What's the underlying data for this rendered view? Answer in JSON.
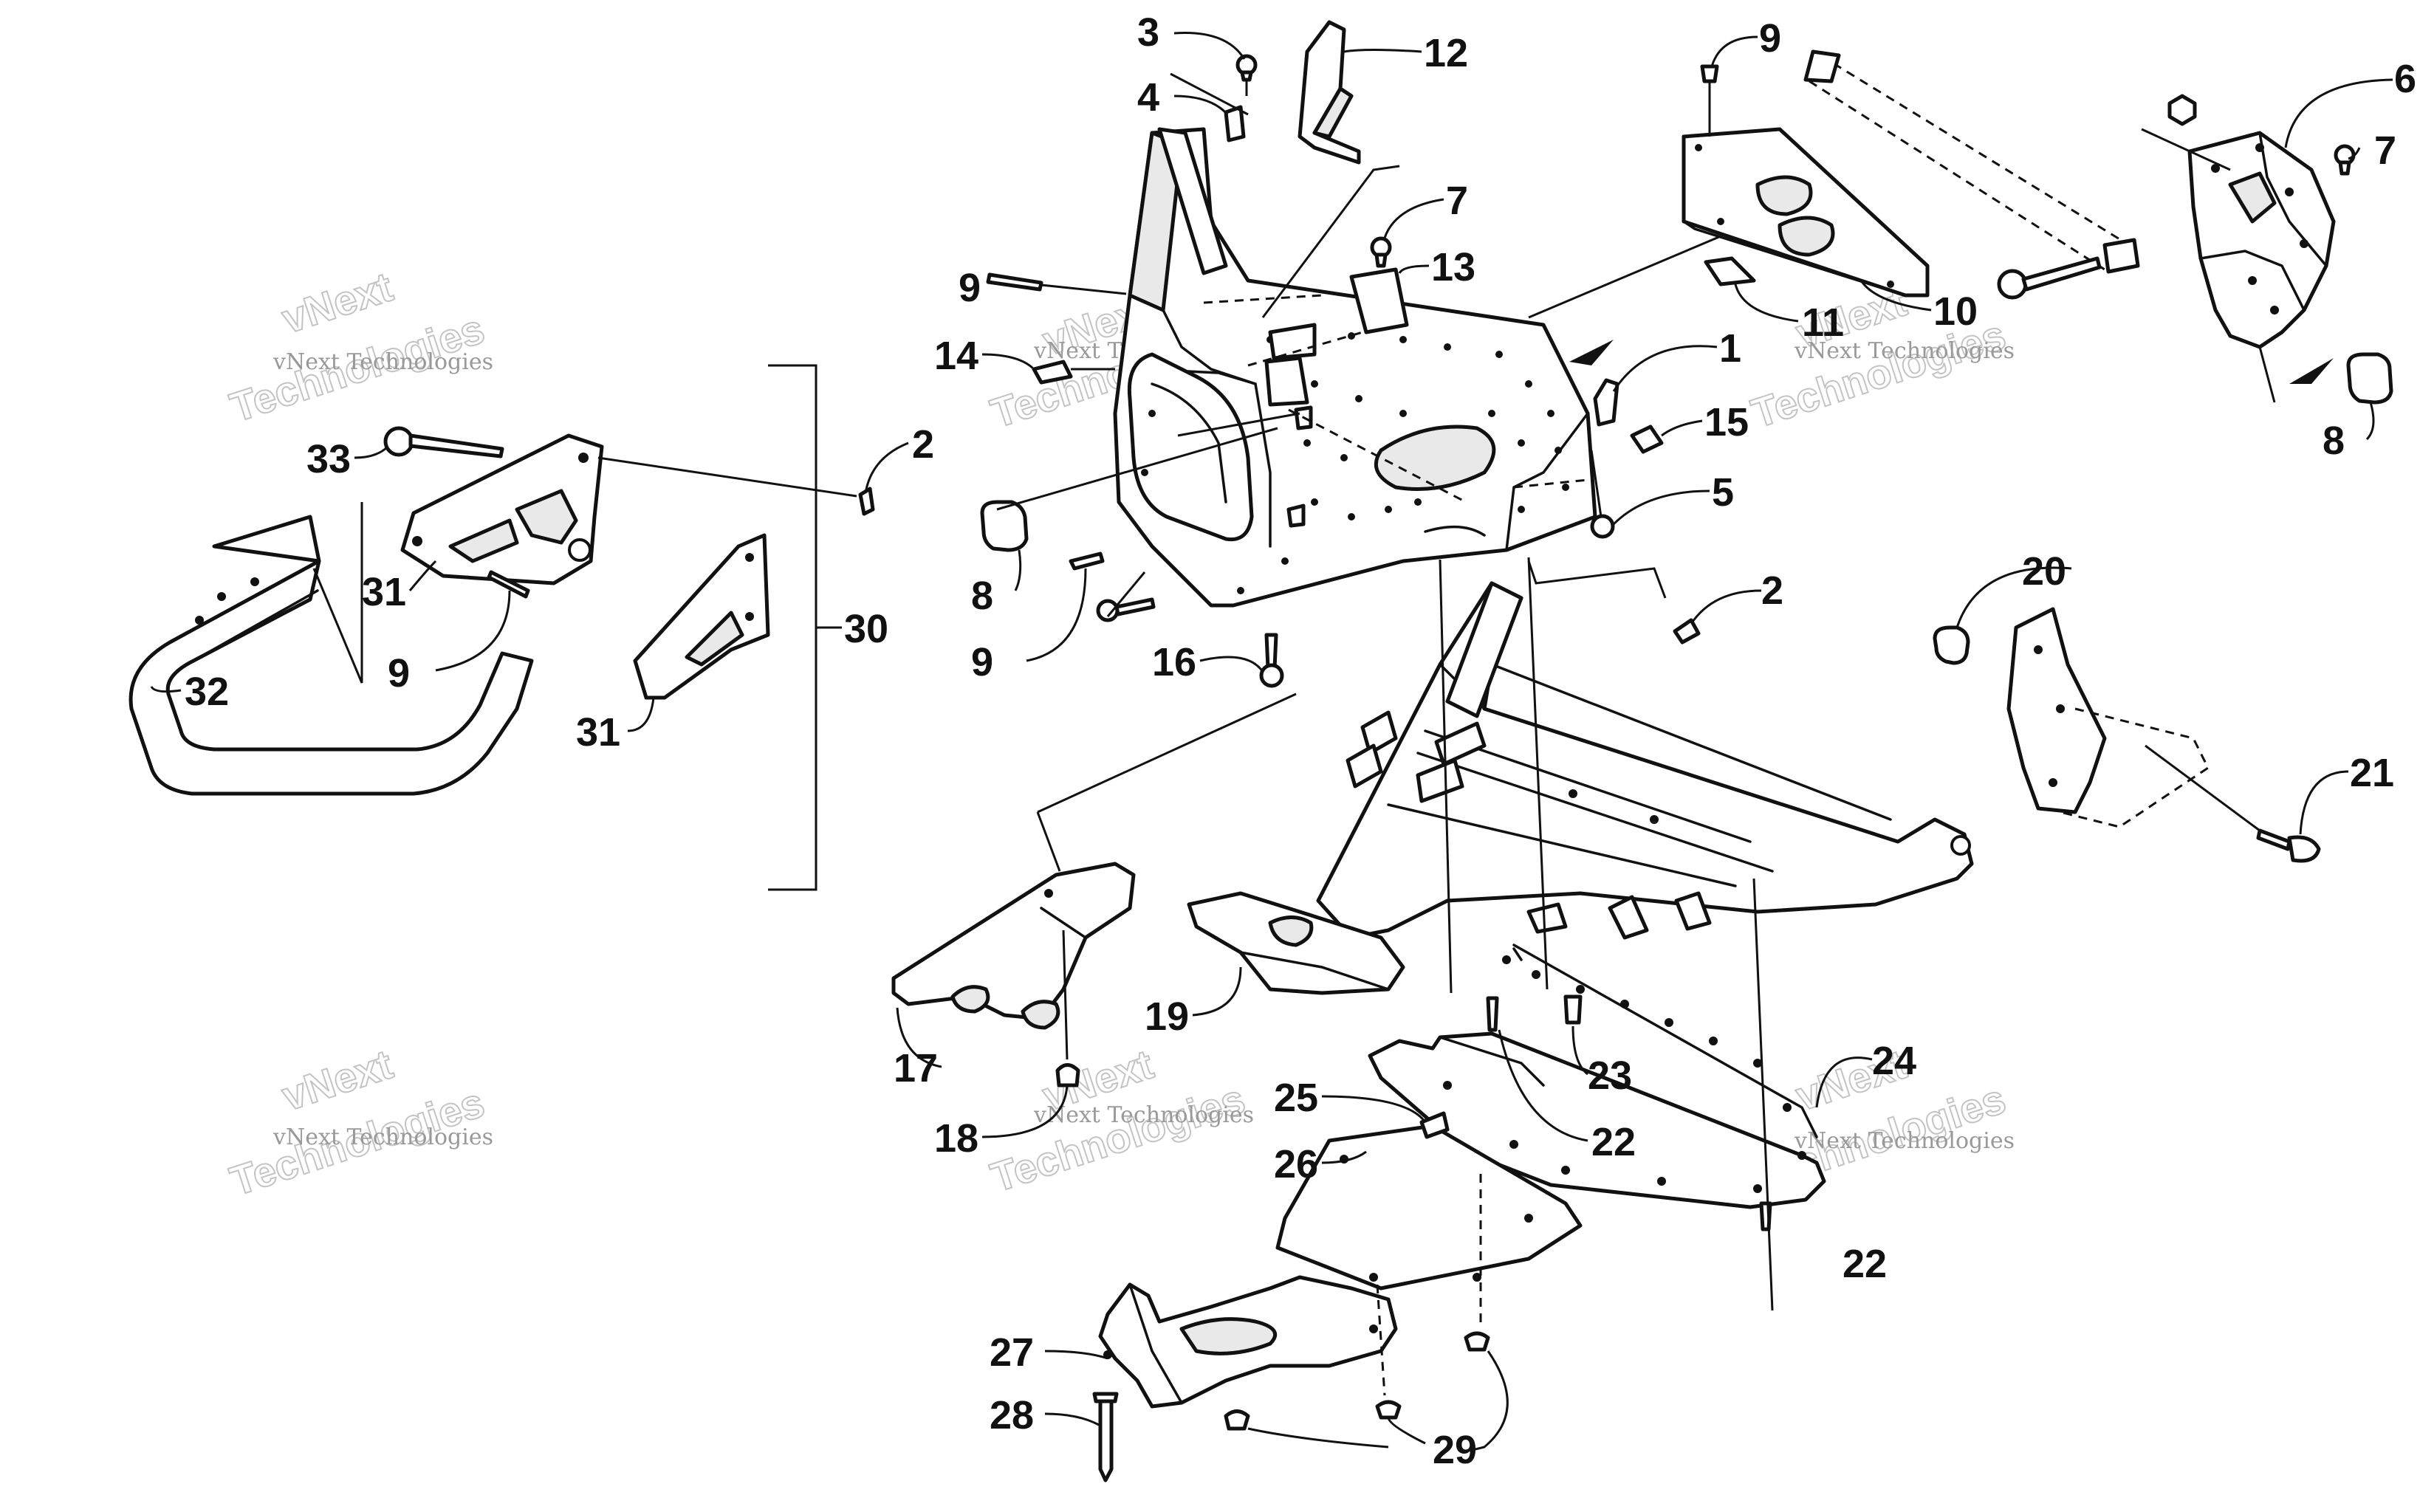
{
  "callouts": [
    {
      "id": "c1",
      "label": "1"
    },
    {
      "id": "c2a",
      "label": "2"
    },
    {
      "id": "c2b",
      "label": "2"
    },
    {
      "id": "c3",
      "label": "3"
    },
    {
      "id": "c4",
      "label": "4"
    },
    {
      "id": "c5",
      "label": "5"
    },
    {
      "id": "c6",
      "label": "6"
    },
    {
      "id": "c7a",
      "label": "7"
    },
    {
      "id": "c7b",
      "label": "7"
    },
    {
      "id": "c8a",
      "label": "8"
    },
    {
      "id": "c8b",
      "label": "8"
    },
    {
      "id": "c9a",
      "label": "9"
    },
    {
      "id": "c9b",
      "label": "9"
    },
    {
      "id": "c9c",
      "label": "9"
    },
    {
      "id": "c9d",
      "label": "9"
    },
    {
      "id": "c10",
      "label": "10"
    },
    {
      "id": "c11",
      "label": "11"
    },
    {
      "id": "c12",
      "label": "12"
    },
    {
      "id": "c13",
      "label": "13"
    },
    {
      "id": "c14",
      "label": "14"
    },
    {
      "id": "c15",
      "label": "15"
    },
    {
      "id": "c16",
      "label": "16"
    },
    {
      "id": "c17",
      "label": "17"
    },
    {
      "id": "c18",
      "label": "18"
    },
    {
      "id": "c19",
      "label": "19"
    },
    {
      "id": "c20",
      "label": "20"
    },
    {
      "id": "c21",
      "label": "21"
    },
    {
      "id": "c22a",
      "label": "22"
    },
    {
      "id": "c22b",
      "label": "22"
    },
    {
      "id": "c23",
      "label": "23"
    },
    {
      "id": "c24",
      "label": "24"
    },
    {
      "id": "c25",
      "label": "25"
    },
    {
      "id": "c26",
      "label": "26"
    },
    {
      "id": "c27",
      "label": "27"
    },
    {
      "id": "c28",
      "label": "28"
    },
    {
      "id": "c29",
      "label": "29"
    },
    {
      "id": "c30",
      "label": "30"
    },
    {
      "id": "c31a",
      "label": "31"
    },
    {
      "id": "c31b",
      "label": "31"
    },
    {
      "id": "c32",
      "label": "32"
    },
    {
      "id": "c33",
      "label": "33"
    }
  ],
  "watermark": {
    "line1": "vNext Technologies",
    "line2": "Technologies",
    "line3": "vNext"
  },
  "colors": {
    "ink": "#111111",
    "paper": "#ffffff",
    "watermark": "#c4c4c4"
  }
}
